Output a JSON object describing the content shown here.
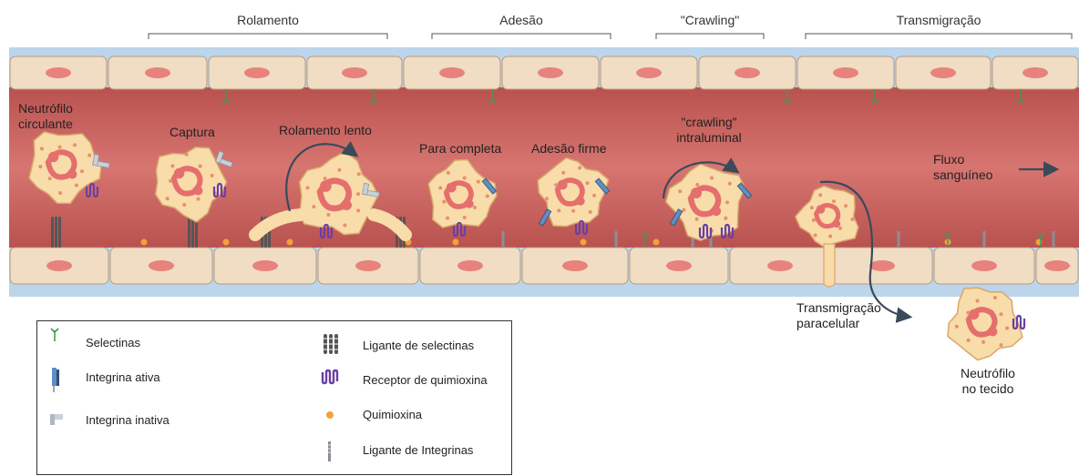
{
  "stages": [
    {
      "label": "Rolamento"
    },
    {
      "label": "Adesão"
    },
    {
      "label": "\"Crawling\""
    },
    {
      "label": "Transmigração"
    }
  ],
  "cell_labels": {
    "circulating": "Neutrófilo\ncirculante",
    "capture": "Captura",
    "slow_rolling": "Rolamento lento",
    "full_stop": "Para completa",
    "firm_adhesion": "Adesão firme",
    "crawling": "\"crawling\"\nintraluminal",
    "blood_flow": "Fluxo\nsanguíneo",
    "paracellular": "Transmigração\nparacelular",
    "tissue": "Neutrófilo\nno tecido"
  },
  "legend": {
    "items": [
      {
        "label": "Selectinas",
        "icon": "selectin-icon"
      },
      {
        "label": "Integrina ativa",
        "icon": "active-integrin-icon"
      },
      {
        "label": "Integrina inativa",
        "icon": "inactive-integrin-icon"
      },
      {
        "label": "Ligante de selectinas",
        "icon": "selectin-ligand-icon"
      },
      {
        "label": "Receptor de quimioxina",
        "icon": "chemokine-receptor-icon"
      },
      {
        "label": "Quimioxina",
        "icon": "chemokine-icon"
      },
      {
        "label": "Ligante de Integrinas",
        "icon": "integrin-ligand-icon"
      }
    ]
  },
  "colors": {
    "vessel_lumen": "#c96562",
    "endothelial_cell": "#f1dcc4",
    "nucleus": "#e7827c",
    "neutrophil": "#f8dcaa",
    "neutrophil_nucleus": "#e46f6c",
    "receptor": "#6b3fa6",
    "integrin_active": "#5f8fc2",
    "chemokine": "#f0a23c",
    "selectin": "#3f9c52",
    "vessel_border": "#b9d3ea"
  }
}
